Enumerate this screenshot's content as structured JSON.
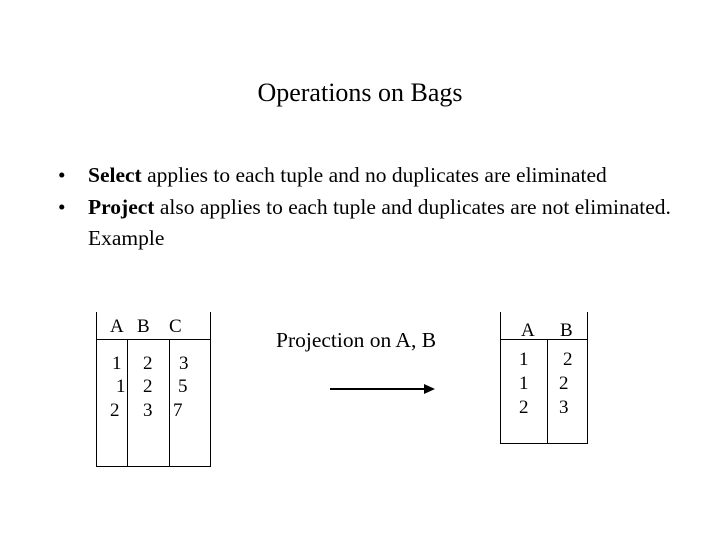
{
  "slide": {
    "title": "Operations on Bags",
    "bullets": [
      {
        "bold": "Select",
        "text": " applies to each tuple and no duplicates are eliminated"
      },
      {
        "bold": "Project",
        "text": " also applies to each tuple and duplicates are not eliminated. Example"
      }
    ],
    "bullet_glyph": "•"
  },
  "left_table": {
    "headers": [
      "A",
      "B",
      "C"
    ],
    "rows": [
      [
        "1",
        "2",
        "3"
      ],
      [
        "1",
        "2",
        "5"
      ],
      [
        "2",
        "3",
        "7"
      ]
    ]
  },
  "projection_label": "Projection on A, B",
  "right_table": {
    "headers": [
      "A",
      "B"
    ],
    "rows": [
      [
        "1",
        "2"
      ],
      [
        "1",
        "2"
      ],
      [
        "2",
        "3"
      ]
    ]
  }
}
